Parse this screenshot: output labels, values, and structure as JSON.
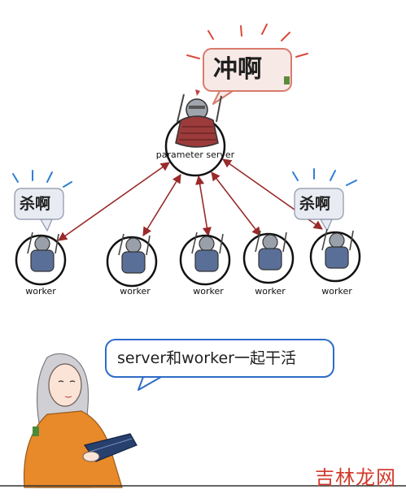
{
  "server": {
    "label": "parameter server",
    "shout": "冲啊"
  },
  "workers": [
    {
      "label": "worker"
    },
    {
      "label": "worker"
    },
    {
      "label": "worker"
    },
    {
      "label": "worker"
    },
    {
      "label": "worker"
    }
  ],
  "left_shout": "杀啊",
  "right_shout": "杀啊",
  "caption": "server和worker一起干活",
  "watermark": "吉林龙网",
  "colors": {
    "arrow": "#9a2a2a",
    "bubble_fill": "#f7e9e6",
    "bubble_stroke": "#d97a6c",
    "caption_stroke": "#2d6cc7",
    "blue_bubble_fill": "#e8ebf2",
    "accent_red": "#d94a3a",
    "accent_blue": "#2f7fd6",
    "sweater": "#e88a2a"
  }
}
